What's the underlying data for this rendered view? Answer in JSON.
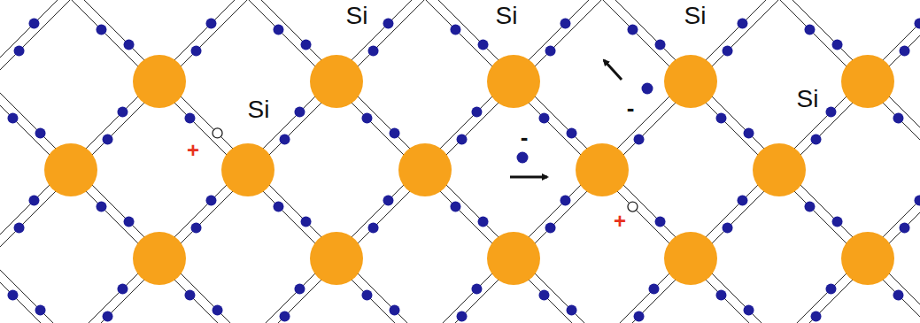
{
  "diagram": {
    "labels": [
      "Si",
      "Si",
      "Si",
      "Si",
      "-",
      "Si",
      "-",
      "+",
      "+"
    ]
  }
}
